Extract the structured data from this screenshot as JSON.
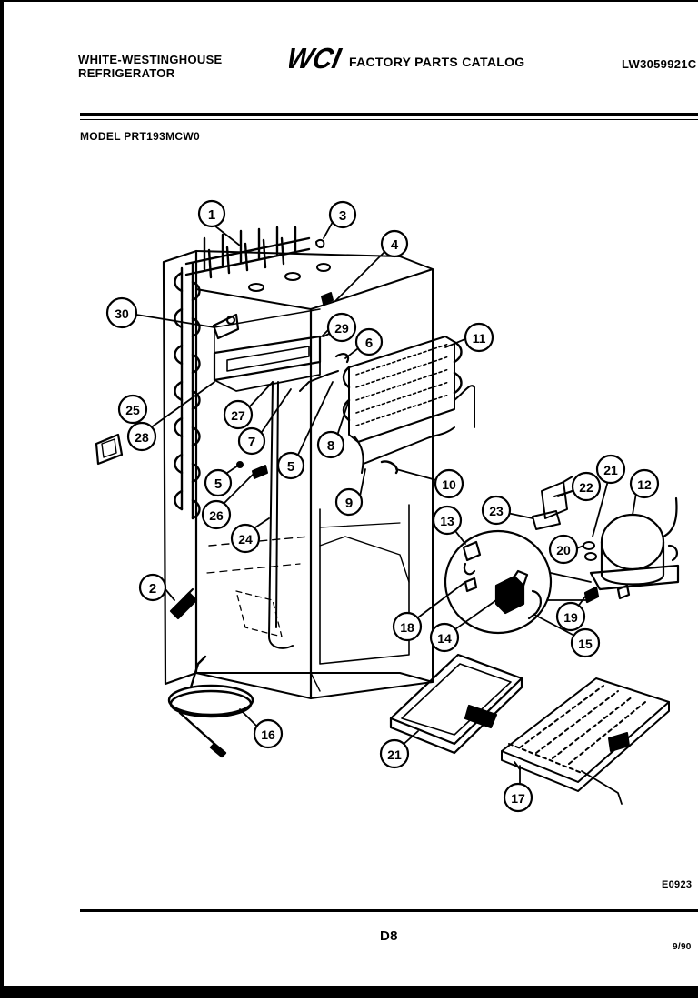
{
  "header": {
    "brand_line1": "WHITE-WESTINGHOUSE",
    "brand_line2": "REFRIGERATOR",
    "logo_text": "WCI",
    "catalog_title": "FACTORY PARTS CATALOG",
    "catalog_number": "LW3059921C",
    "model_label": "MODEL PRT193MCW0"
  },
  "diagram": {
    "callouts": [
      "1",
      "3",
      "4",
      "30",
      "29",
      "6",
      "11",
      "25",
      "28",
      "27",
      "7",
      "5",
      "8",
      "5",
      "10",
      "9",
      "26",
      "24",
      "21",
      "22",
      "12",
      "23",
      "13",
      "20",
      "2",
      "18",
      "14",
      "19",
      "15",
      "16",
      "21",
      "17"
    ]
  },
  "footer": {
    "drawing_code": "E0923",
    "page_code": "D8",
    "date_code": "9/90"
  }
}
